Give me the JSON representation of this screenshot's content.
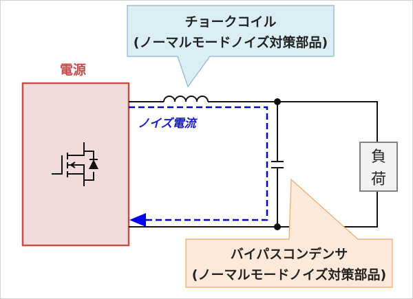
{
  "power_supply": {
    "label": "電源"
  },
  "choke_callout": {
    "line1": "チョークコイル",
    "line2": "(ノーマルモードノイズ対策部品)"
  },
  "noise_current": {
    "label": "ノイズ電流"
  },
  "load": {
    "line1": "負",
    "line2": "荷"
  },
  "bypass_callout": {
    "line1": "バイパスコンデンサ",
    "line2": "(ノーマルモードノイズ対策部品)"
  },
  "colors": {
    "power_fill": "#f2dcdb",
    "power_stroke": "#c0504d",
    "noise": "#0000cc",
    "choke_fill": "#dbeef4",
    "bypass_fill": "#fde9d9"
  }
}
